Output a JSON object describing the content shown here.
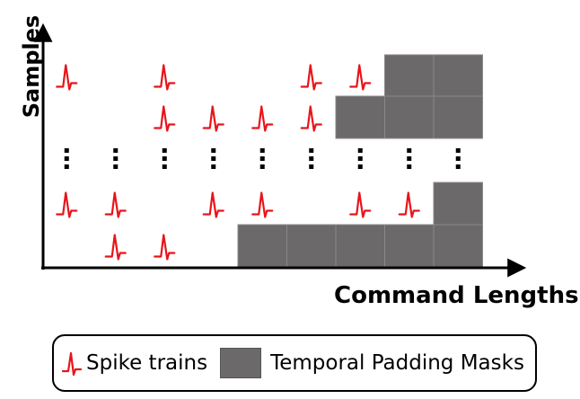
{
  "axes": {
    "y_label": "Samples",
    "x_label": "Command Lengths"
  },
  "legend": {
    "spike_label": "Spike trains",
    "mask_label": "Temporal Padding Masks"
  },
  "colors": {
    "spike": "#e8141a",
    "mask": "#6b6969",
    "axis": "#000000"
  },
  "grid": {
    "columns": 9,
    "rows": [
      "sample-1",
      "sample-2",
      "ellipsis",
      "sample-n-1",
      "sample-n"
    ],
    "cells": [
      [
        "spike",
        "empty",
        "spike",
        "empty",
        "empty",
        "spike",
        "spike",
        "mask",
        "mask"
      ],
      [
        "empty",
        "empty",
        "spike",
        "spike",
        "spike",
        "spike",
        "mask",
        "mask",
        "mask"
      ],
      [
        "dots",
        "dots",
        "dots",
        "dots",
        "dots",
        "dots",
        "dots",
        "dots",
        "dots"
      ],
      [
        "spike",
        "spike",
        "empty",
        "spike",
        "spike",
        "empty",
        "spike",
        "spike",
        "mask"
      ],
      [
        "empty",
        "spike",
        "spike",
        "empty",
        "mask",
        "mask",
        "mask",
        "mask",
        "mask"
      ]
    ]
  }
}
